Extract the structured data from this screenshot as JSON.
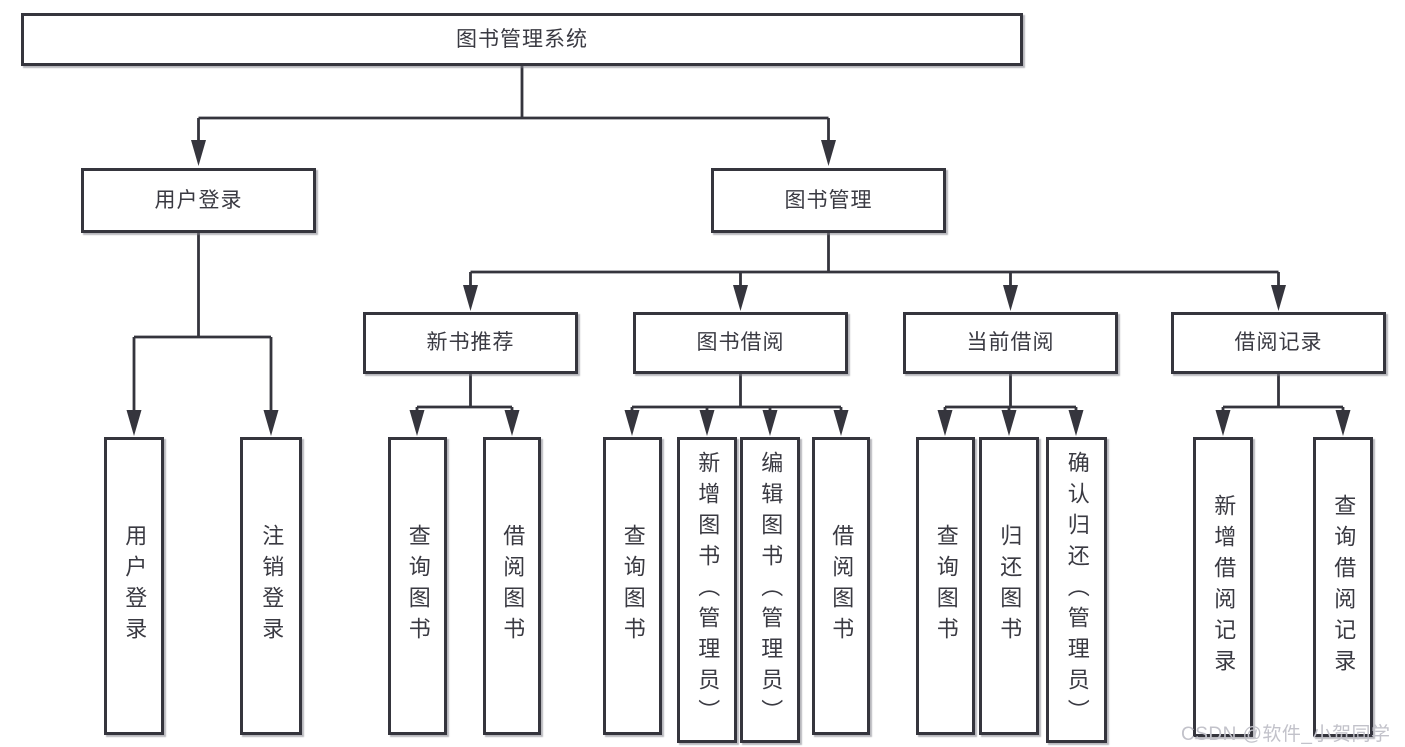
{
  "diagram": {
    "root": {
      "label": "图书管理系统"
    },
    "level2": [
      {
        "label": "用户登录"
      },
      {
        "label": "图书管理"
      }
    ],
    "level3": [
      {
        "label": "新书推荐"
      },
      {
        "label": "图书借阅"
      },
      {
        "label": "当前借阅"
      },
      {
        "label": "借阅记录"
      }
    ],
    "leaves": {
      "user": [
        "用户登录",
        "注销登录"
      ],
      "recommend": [
        "查询图书",
        "借阅图书"
      ],
      "borrow": [
        "查询图书",
        "新增图书（管理员）",
        "编辑图书（管理员）",
        "借阅图书"
      ],
      "current": [
        "查询图书",
        "归还图书",
        "确认归还（管理员）"
      ],
      "records": [
        "新增借阅记录",
        "查询借阅记录"
      ]
    }
  },
  "watermark": "CSDN @软件_小贺同学",
  "colors": {
    "line": "#35353d",
    "border": "#35353d",
    "text": "#3a3a42",
    "watermark": "#c2c2ca",
    "background": "#ffffff"
  }
}
